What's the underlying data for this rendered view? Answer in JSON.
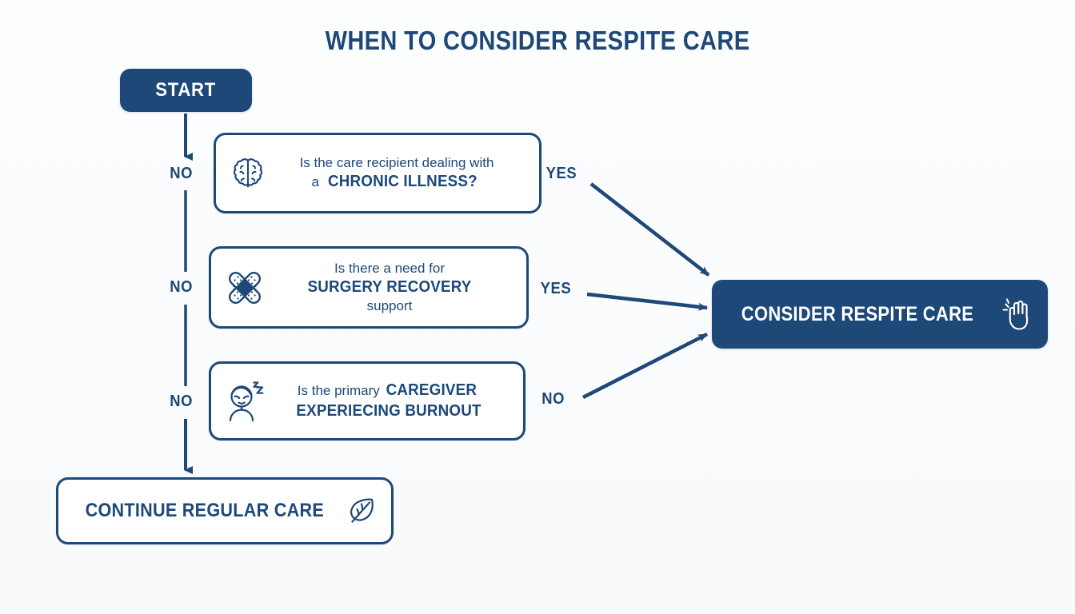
{
  "page": {
    "title": "WHEN TO CONSIDER RESPITE CARE",
    "background_color": "#fbfcfe",
    "accent_color": "#1d4878",
    "card_fill": "#ffffff"
  },
  "nodes": {
    "start": {
      "label": "START",
      "type": "terminator",
      "fill": "#1d4878",
      "text_color": "#ffffff"
    },
    "question_1": {
      "icon": "brain-icon",
      "line1": "Is the care recipient dealing with",
      "line2_prefix": "a ",
      "line2_emphasis": "CHRONIC ILLNESS?"
    },
    "question_2": {
      "icon": "bandage-cross-icon",
      "line1": "Is there a need for",
      "line2_emphasis": "SURGERY RECOVERY",
      "line3": "support"
    },
    "question_3": {
      "icon": "tired-person-icon",
      "line1_prefix": "Is the primary ",
      "line1_emphasis": "CAREGIVER",
      "line2_emphasis": "EXPERIECING BURNOUT"
    },
    "consider": {
      "label": "CONSIDER RESPITE CARE",
      "icon": "raised-hand-icon",
      "type": "terminator",
      "fill": "#1d4878",
      "text_color": "#ffffff"
    },
    "continue": {
      "label": "CONTINUE REGULAR CARE",
      "icon": "leaf-icon",
      "type": "terminator",
      "fill": "#ffffff",
      "text_color": "#1d4878"
    }
  },
  "branches": {
    "no_1": "NO",
    "no_2": "NO",
    "no_3": "NO",
    "yes_1": "YES",
    "yes_2": "YES",
    "no_4": "NO"
  }
}
